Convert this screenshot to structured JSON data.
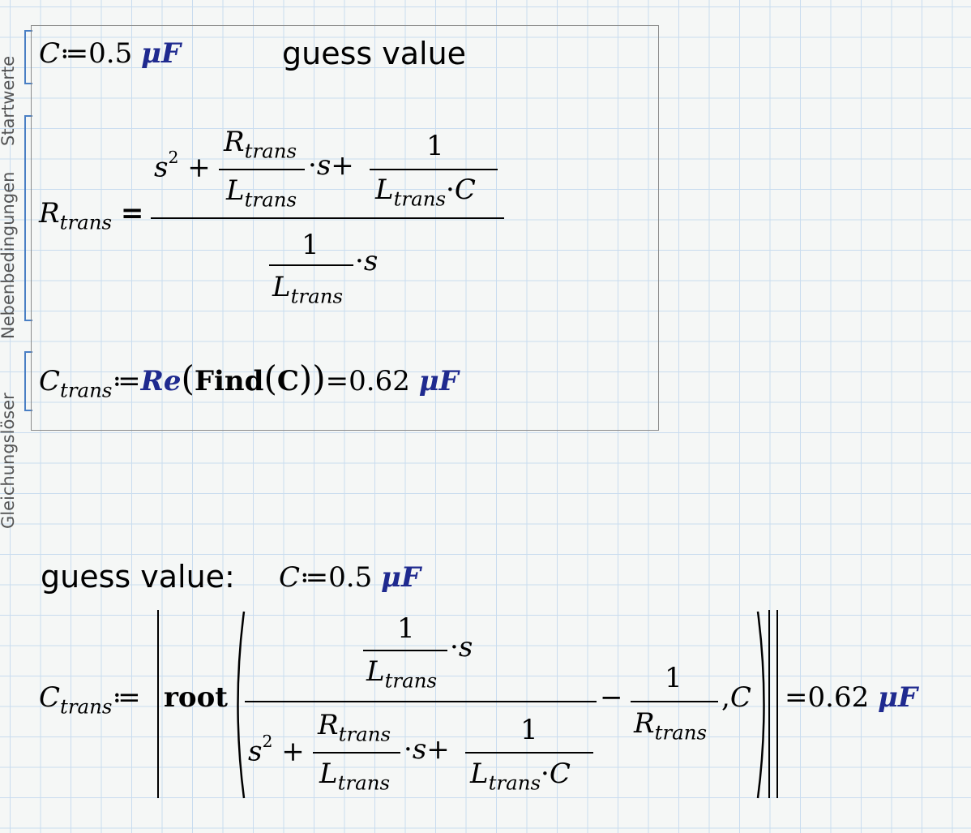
{
  "side_labels": {
    "startwerte": "Startwerte",
    "nebenbedingungen": "Nebenbedingungen",
    "gleichungsloeser": "Gleichungslöser"
  },
  "solve_block": {
    "guess_line": {
      "var": "C",
      "assign": "≔",
      "value": "0.5",
      "unit": "μF",
      "comment": "guess value"
    },
    "constraint": {
      "lhs_var": "R",
      "lhs_sub": "trans",
      "equals": "=",
      "num_s": "s",
      "num_sq": "2",
      "plus1": "+",
      "frac1_num_var": "R",
      "frac1_num_sub": "trans",
      "frac1_den_var": "L",
      "frac1_den_sub": "trans",
      "dot1": "·",
      "s1": "s",
      "plus2": "+",
      "frac2_num": "1",
      "frac2_den_var": "L",
      "frac2_den_sub": "trans",
      "dot2": "·",
      "frac2_den_c": "C",
      "den_num": "1",
      "den_den_var": "L",
      "den_den_sub": "trans",
      "den_dot": "·",
      "den_s": "s"
    },
    "solver": {
      "lhs_var": "C",
      "lhs_sub": "trans",
      "assign": "≔",
      "fn_re": "Re",
      "open": "(",
      "fn_find": "Find",
      "arg": "C",
      "close": "))",
      "equals": "=",
      "value": "0.62",
      "unit": "μF"
    }
  },
  "root_section": {
    "label": "guess value:",
    "guess": {
      "var": "C",
      "assign": "≔",
      "value": "0.5",
      "unit": "μF"
    },
    "formula": {
      "lhs_var": "C",
      "lhs_sub": "trans",
      "assign": "≔",
      "fn": "root",
      "top_num": "1",
      "top_den_var": "L",
      "top_den_sub": "trans",
      "top_dot": "·",
      "top_s": "s",
      "bot_s": "s",
      "bot_sq": "2",
      "bot_plus1": "+",
      "bot_frac1_num_var": "R",
      "bot_frac1_num_sub": "trans",
      "bot_frac1_den_var": "L",
      "bot_frac1_den_sub": "trans",
      "bot_dot": "·",
      "bot_s1": "s",
      "bot_plus2": "+",
      "bot_frac2_num": "1",
      "bot_frac2_den_var": "L",
      "bot_frac2_den_sub": "trans",
      "bot_frac2_dot": "·",
      "bot_frac2_den_c": "C",
      "minus": "−",
      "rfrac_num": "1",
      "rfrac_den_var": "R",
      "rfrac_den_sub": "trans",
      "comma": ",",
      "arg": "C",
      "equals": "=",
      "value": "0.62",
      "unit": "μF"
    }
  }
}
